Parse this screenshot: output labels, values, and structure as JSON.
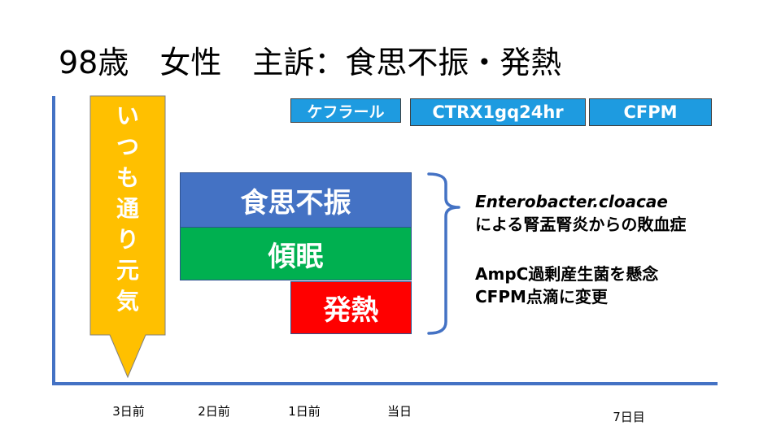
{
  "title": "98歳　女性　主訴：食思不振・発熱",
  "baseline_arrow": {
    "chars": [
      "い",
      "つ",
      "も",
      "通",
      "り",
      "元",
      "気"
    ],
    "color": "#FFC000"
  },
  "antibiotics": [
    {
      "label": "ケフラール"
    },
    {
      "label": "CTRX1gq24hr"
    },
    {
      "label": "CFPM"
    }
  ],
  "symptoms": [
    {
      "label": "食思不振",
      "color": "#4472C4"
    },
    {
      "label": "傾眠",
      "color": "#00B050"
    },
    {
      "label": "発熱",
      "color": "#FF0000"
    }
  ],
  "notes": {
    "organism": "Enterobacter.cloacae",
    "line2": "による腎盂腎炎からの敗血症",
    "line3": "AmpC過剰産生菌を懸念",
    "line4": "CFPM点滴に変更"
  },
  "timeline": [
    "3日前",
    "2日前",
    "1日前",
    "当日",
    "7日目"
  ],
  "colors": {
    "axis": "#4472C4",
    "drug": "#1E9BE0",
    "bracket": "#4472C4"
  }
}
